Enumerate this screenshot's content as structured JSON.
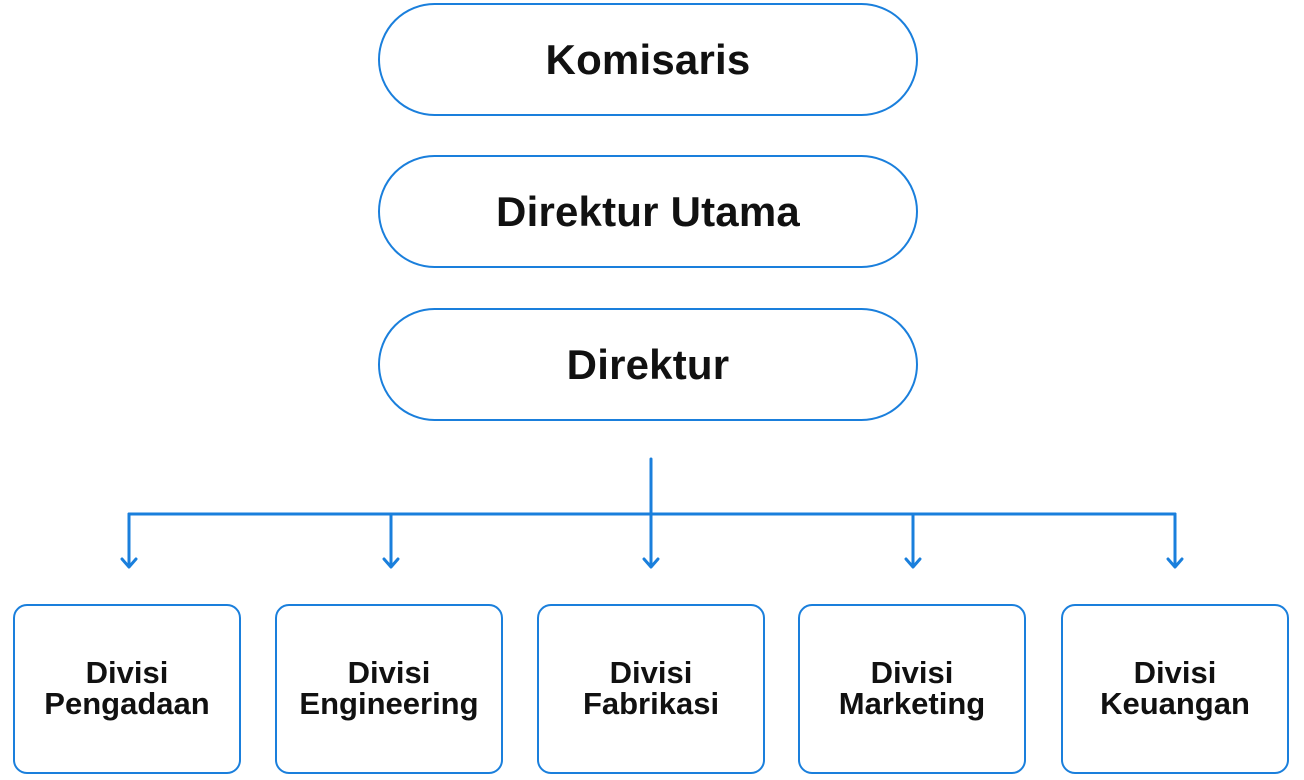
{
  "levels": [
    {
      "label": "Komisaris"
    },
    {
      "label": "Direktur Utama"
    },
    {
      "label": "Direktur"
    }
  ],
  "divisions": [
    {
      "line1": "Divisi",
      "line2": "Pengadaan"
    },
    {
      "line1": "Divisi",
      "line2": "Engineering"
    },
    {
      "line1": "Divisi",
      "line2": "Fabrikasi"
    },
    {
      "line1": "Divisi",
      "line2": "Marketing"
    },
    {
      "line1": "Divisi",
      "line2": "Keuangan"
    }
  ],
  "colors": {
    "accent": "#1a7fdc",
    "text": "#111111",
    "background": "#ffffff"
  }
}
